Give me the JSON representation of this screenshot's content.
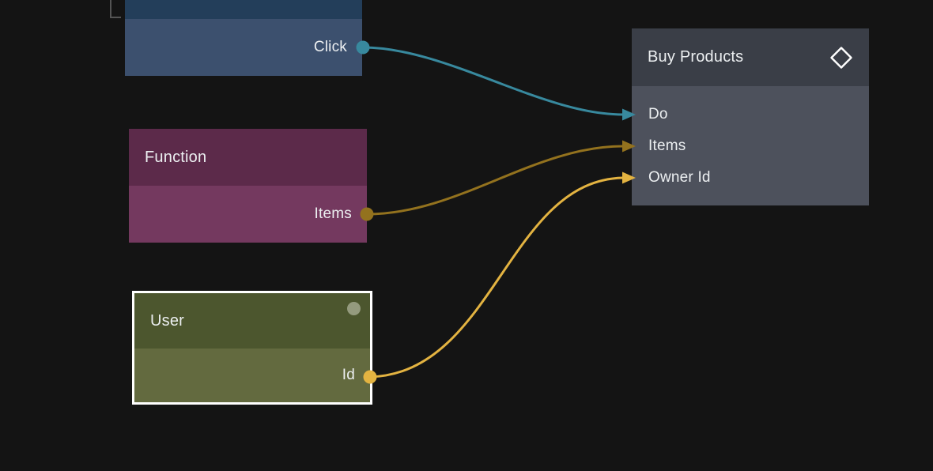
{
  "editor": {
    "kind": "visual node graph canvas",
    "background_color": "#141414",
    "frame_corner_bracket_visible": true
  },
  "nodes": {
    "event": {
      "title_visible": false,
      "header_color": "#233e5a",
      "body_color": "#3c506e",
      "outputs": [
        {
          "label": "Click",
          "port_color": "#38899e"
        }
      ]
    },
    "function": {
      "title": "Function",
      "header_color": "#5c2a4a",
      "body_color": "#74395f",
      "outputs": [
        {
          "label": "Items",
          "port_color": "#93721e"
        }
      ]
    },
    "user": {
      "title": "User",
      "selected": true,
      "selection_border_color": "#ffffff",
      "header_color": "#4c562e",
      "body_color": "#636a3f",
      "status_dot_color": "#949a7e",
      "outputs": [
        {
          "label": "Id",
          "port_color": "#e3b341"
        }
      ]
    },
    "buy_products": {
      "title": "Buy Products",
      "header_icon": "diamond-icon",
      "header_color": "#3a3e47",
      "body_color": "#4d515c",
      "inputs": [
        {
          "label": "Do",
          "arrow_color": "#38899e"
        },
        {
          "label": "Items",
          "arrow_color": "#93721e"
        },
        {
          "label": "Owner Id",
          "arrow_color": "#e3b341"
        }
      ]
    }
  },
  "connections": [
    {
      "from": "event.Click",
      "to": "buy_products.Do",
      "color": "#38899e"
    },
    {
      "from": "function.Items",
      "to": "buy_products.Items",
      "color": "#93721e"
    },
    {
      "from": "user.Id",
      "to": "buy_products.Owner Id",
      "color": "#e3b341"
    }
  ],
  "colors": {
    "background": "#141414",
    "text": "#eceff1",
    "bracket": "#545454",
    "wire_teal": "#38899e",
    "wire_olive": "#93721e",
    "wire_gold": "#e3b341",
    "selection_white": "#ffffff"
  }
}
